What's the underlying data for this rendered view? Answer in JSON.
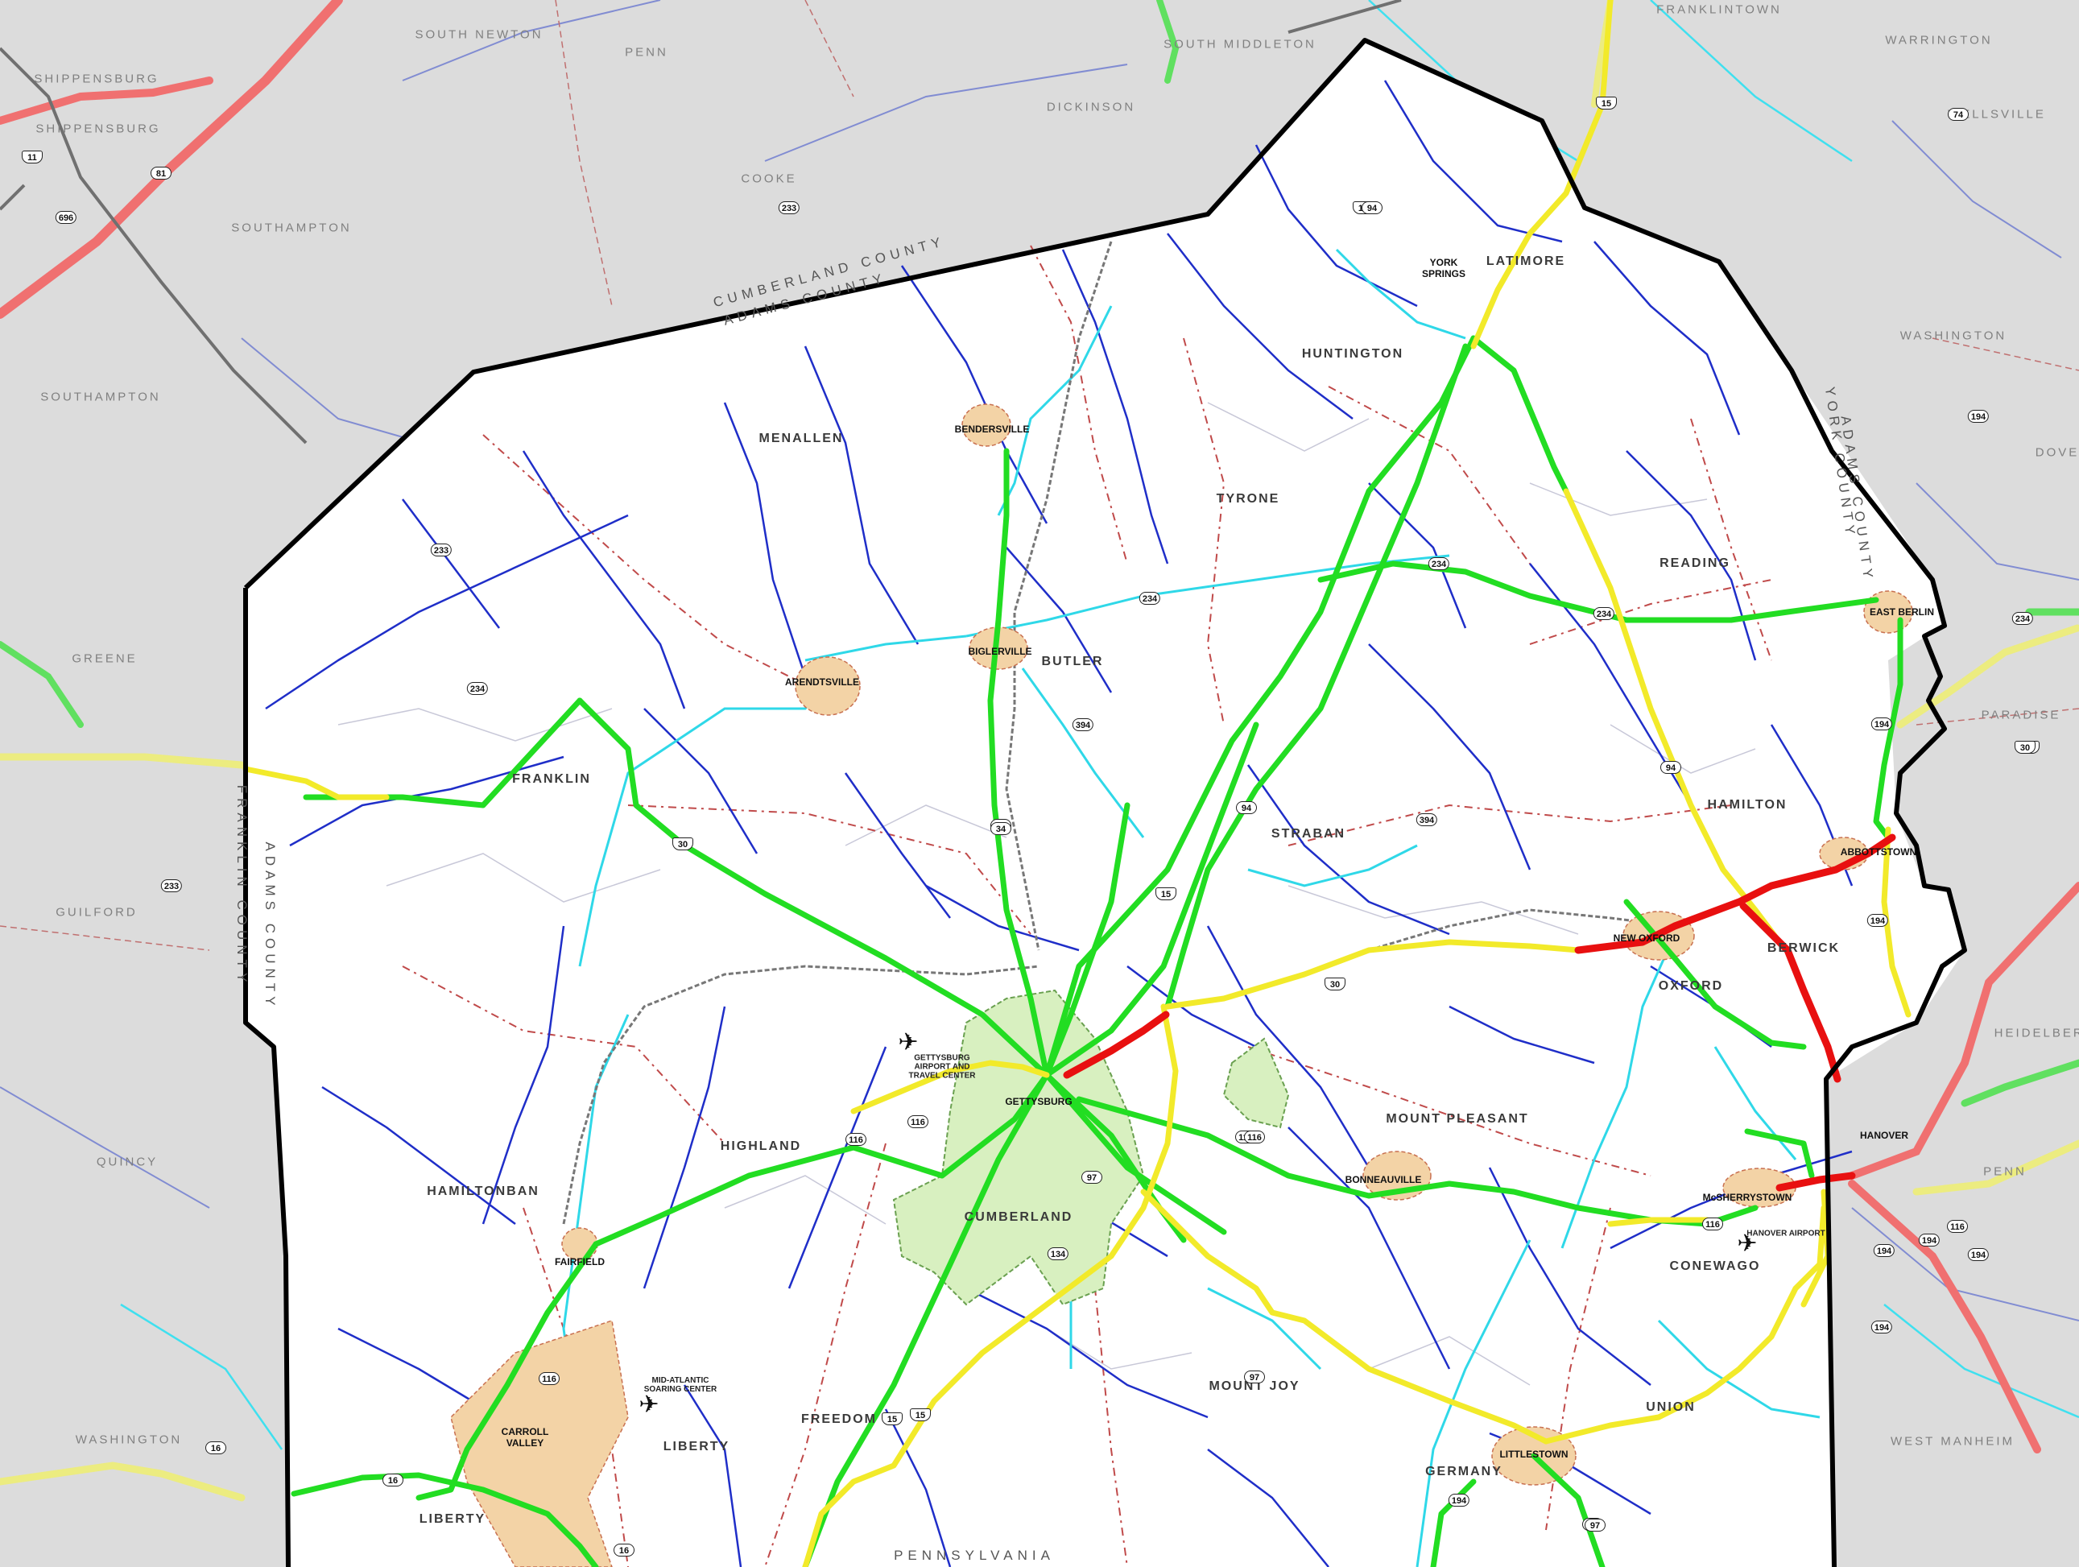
{
  "map_title": "",
  "state_label": "PENNSYLVANIA",
  "county_labels": [
    {
      "id": "cumberland",
      "text": "CUMBERLAND COUNTY"
    },
    {
      "id": "adams-north",
      "text": "ADAMS COUNTY"
    },
    {
      "id": "york",
      "text": "YORK COUNTY"
    },
    {
      "id": "adams-east",
      "text": "ADAMS COUNTY"
    },
    {
      "id": "adams-west",
      "text": "ADAMS COUNTY"
    },
    {
      "id": "franklin",
      "text": "FRANKLIN COUNTY"
    }
  ],
  "townships_inside": [
    "LATIMORE",
    "HUNTINGTON",
    "MENALLEN",
    "TYRONE",
    "READING",
    "BUTLER",
    "FRANKLIN",
    "STRABAN",
    "HAMILTON",
    "BERWICK",
    "OXFORD",
    "MOUNT PLEASANT",
    "HIGHLAND",
    "HAMILTONBAN",
    "CUMBERLAND",
    "CONEWAGO",
    "MOUNT JOY",
    "UNION",
    "FREEDOM",
    "LIBERTY",
    "GERMANY",
    "LIBERTY"
  ],
  "townships_outside": [
    "SOUTH NEWTON",
    "PENN",
    "SOUTH MIDDLETON",
    "FRANKLINTOWN",
    "WARRINGTON",
    "SHIPPENSBURG",
    "DICKINSON",
    "COOKE",
    "SOUTHAMPTON",
    "SOUTHAMPTON",
    "WASHINGTON",
    "DOVE",
    "GREENE",
    "PARADISE",
    "GUILFORD",
    "HEIDELBERG",
    "QUINCY",
    "PENN",
    "WASHINGTON",
    "WEST MANHEIM",
    "SHIPPENSBURG",
    "WELLSVILLE"
  ],
  "towns": [
    "YORK SPRINGS",
    "BENDERSVILLE",
    "BIGLERVILLE",
    "ARENDTSVILLE",
    "EAST BERLIN",
    "ABBOTTSTOWN",
    "NEW OXFORD",
    "GETTYSBURG",
    "BONNEAUVILLE",
    "McSHERRYSTOWN",
    "FAIRFIELD",
    "CARROLL VALLEY",
    "LITTLESTOWN",
    "HANOVER"
  ],
  "airports": [
    "GETTYSBURG AIRPORT AND TRAVEL CENTER",
    "HANOVER AIRPORT",
    "MID-ATLANTIC SOARING CENTER"
  ],
  "route_shields": [
    "15",
    "94",
    "15",
    "34",
    "233",
    "234",
    "234",
    "234",
    "234",
    "30",
    "394",
    "394",
    "15",
    "30",
    "34",
    "116",
    "116",
    "116",
    "97",
    "134",
    "15",
    "116",
    "97",
    "194",
    "194",
    "194",
    "194",
    "116",
    "16",
    "16",
    "194",
    "97",
    "30",
    "233",
    "16",
    "11",
    "81",
    "696",
    "233",
    "74",
    "194",
    "234",
    "30",
    "194",
    "94",
    "94",
    "116",
    "194",
    "15",
    "97",
    "116"
  ],
  "colors": {
    "congestion_green": "#22dd22",
    "congestion_yellow": "#f2ea2a",
    "congestion_red": "#e81010",
    "local_road": "#1f2ec8",
    "collector_road": "#2fd8e8",
    "boundary": "#000000",
    "municipal_line": "#c04040",
    "town_fill": "#f3d3a6",
    "park_fill": "#d8f0c0",
    "outside_fill": "#dcdcdc"
  }
}
